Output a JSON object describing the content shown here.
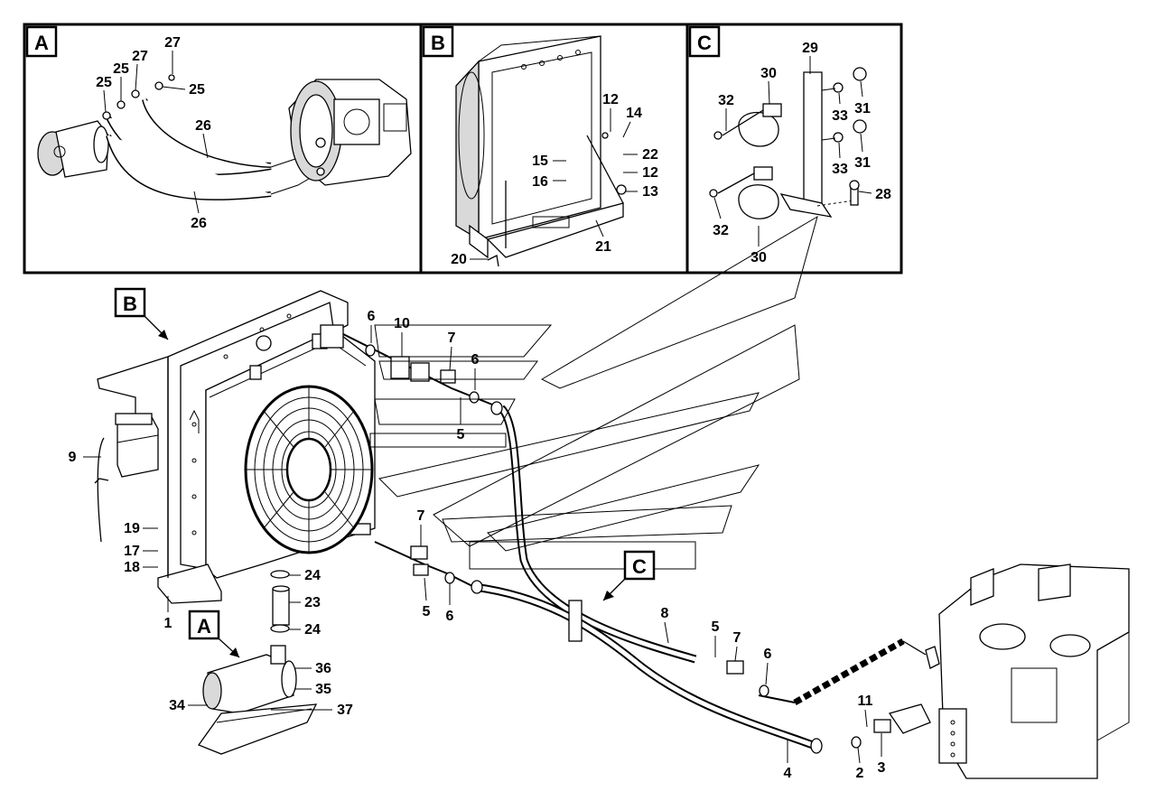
{
  "detail_tags": [
    "A",
    "B",
    "C"
  ],
  "view_tags": [
    "B",
    "A",
    "C"
  ],
  "panelA": {
    "labels": [
      "27",
      "25",
      "27",
      "25",
      "25",
      "26",
      "26"
    ]
  },
  "panelB": {
    "labels": [
      "12",
      "14",
      "15",
      "22",
      "16",
      "12",
      "13",
      "20",
      "21"
    ]
  },
  "panelC": {
    "labels": [
      "29",
      "30",
      "32",
      "33",
      "31",
      "33",
      "31",
      "28",
      "32",
      "30"
    ]
  },
  "main": {
    "labels": [
      "6",
      "10",
      "7",
      "6",
      "5",
      "9",
      "19",
      "17",
      "18",
      "7",
      "24",
      "23",
      "24",
      "1",
      "5",
      "6",
      "8",
      "5",
      "7",
      "6",
      "36",
      "35",
      "34",
      "37",
      "11",
      "4",
      "2",
      "3"
    ]
  }
}
